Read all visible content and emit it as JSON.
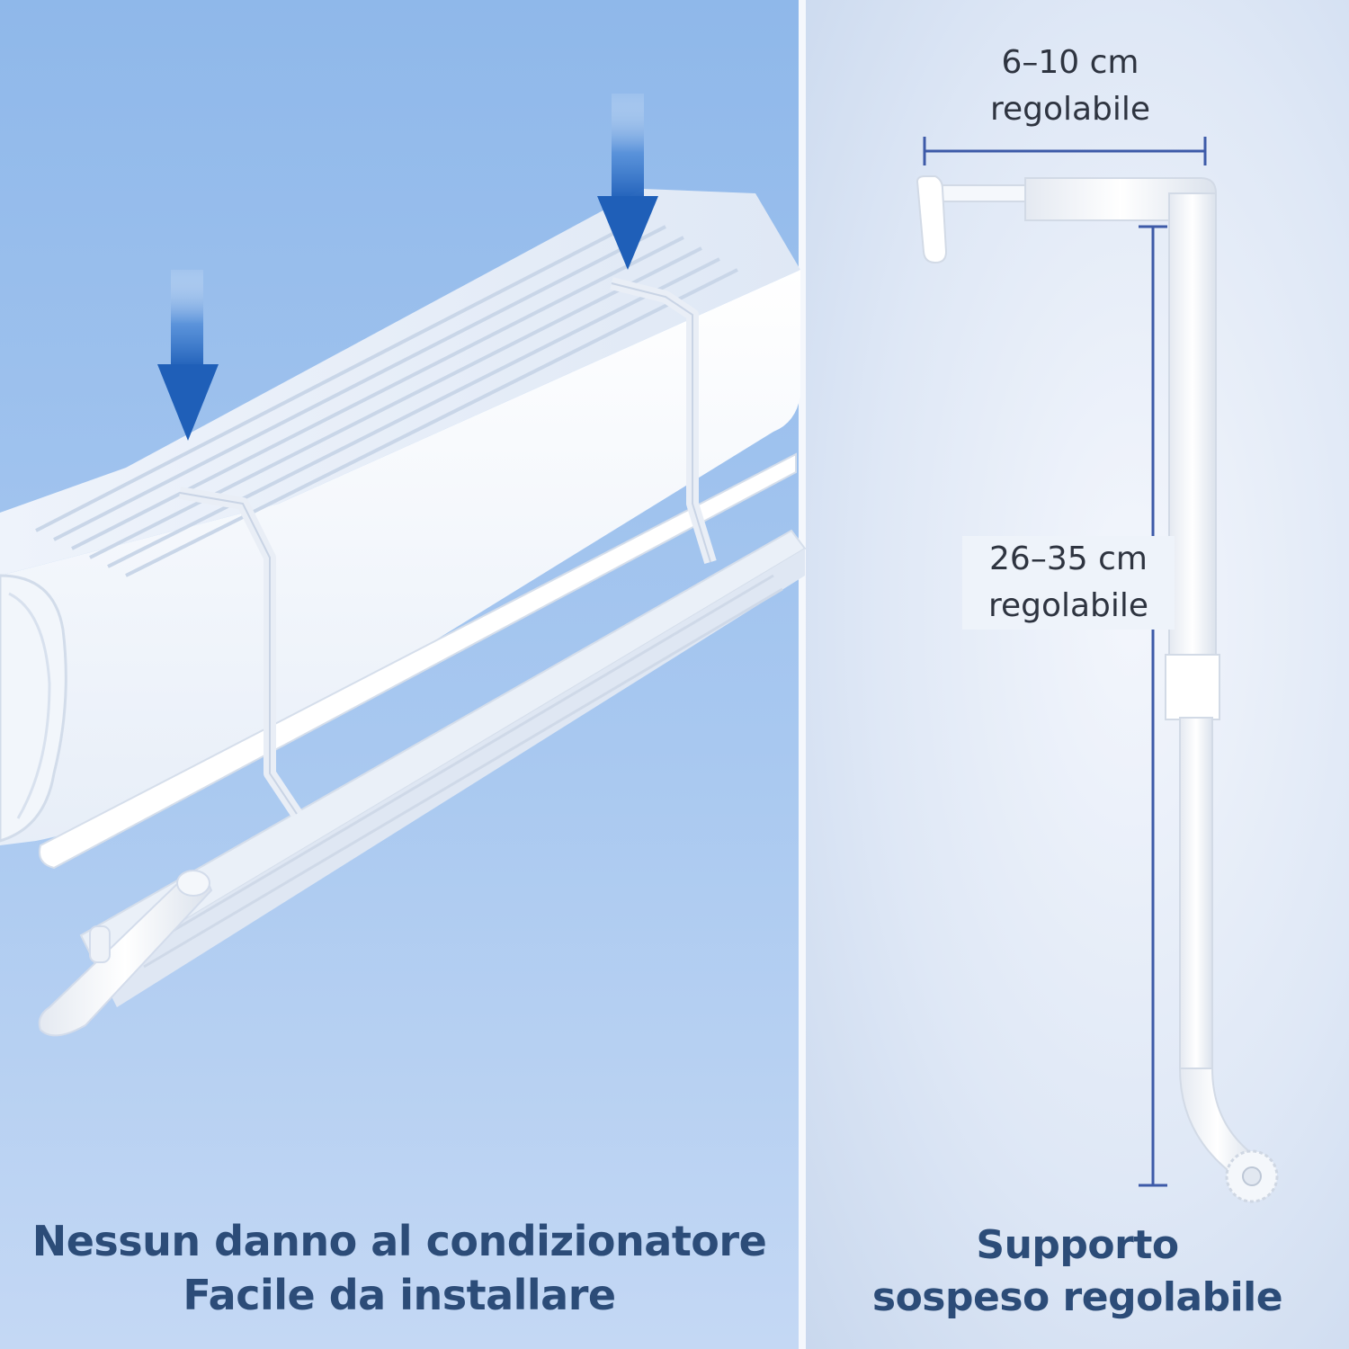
{
  "left_panel": {
    "caption_line1": "Nessun danno al condizionatore",
    "caption_line2": "Facile da installare"
  },
  "right_panel": {
    "width_label": {
      "value": "6–10 cm",
      "note": "regolabile"
    },
    "height_label": {
      "value": "26–35 cm",
      "note": "regolabile"
    },
    "caption_line1": "Supporto",
    "caption_line2": "sospeso regolabile"
  },
  "colors": {
    "caption": "#2c4c78",
    "dimension_line": "#3d5aa8",
    "arrow": "#2f6fc4"
  }
}
